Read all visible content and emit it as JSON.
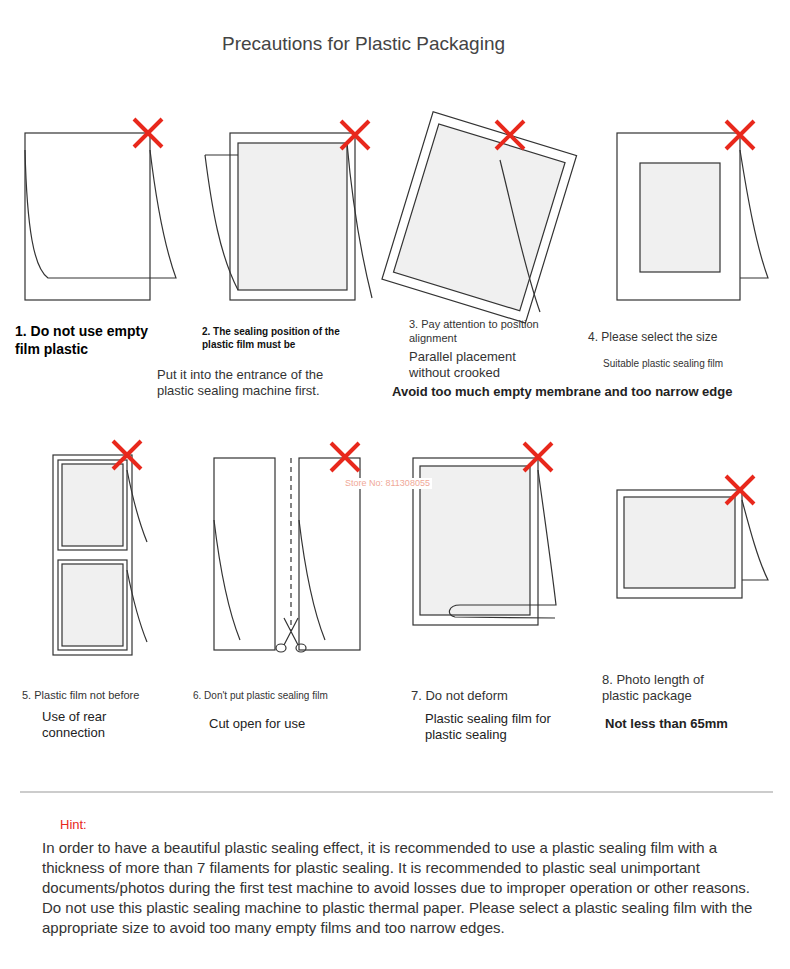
{
  "diagram": {
    "title": "Precautions for Plastic Packaging",
    "labels": [
      "1. Do not use empty film plastic",
      "2. The sealing position of the plastic film must be",
      "Put it into the entrance of the plastic sealing machine first.",
      "3. Pay attention to position alignment",
      "Parallel placement without crooked",
      "Avoid too much empty membrane and too narrow edge",
      "4. Please select the size",
      "Suitable plastic sealing film",
      "5. Plastic film not before",
      "Use of rear connection",
      "6. Don't put plastic sealing film",
      "Cut open for use",
      "7. Do not deform",
      "Plastic sealing film for plastic sealing",
      "8. Photo length of plastic package",
      "Not less than 65mm",
      "Store No: 811308055",
      "Hint:",
      "In order to have a beautiful plastic sealing effect, it is recommended to use a plastic sealing film with a thickness of more than 7 filaments for plastic sealing. It is recommended to plastic seal unimportant documents/photos during the first test machine to avoid losses due to improper operation or other reasons. Do not use this plastic sealing machine to plastic thermal paper. Please select a plastic sealing film with the appropriate size to avoid too many empty films and too narrow edges."
    ]
  }
}
